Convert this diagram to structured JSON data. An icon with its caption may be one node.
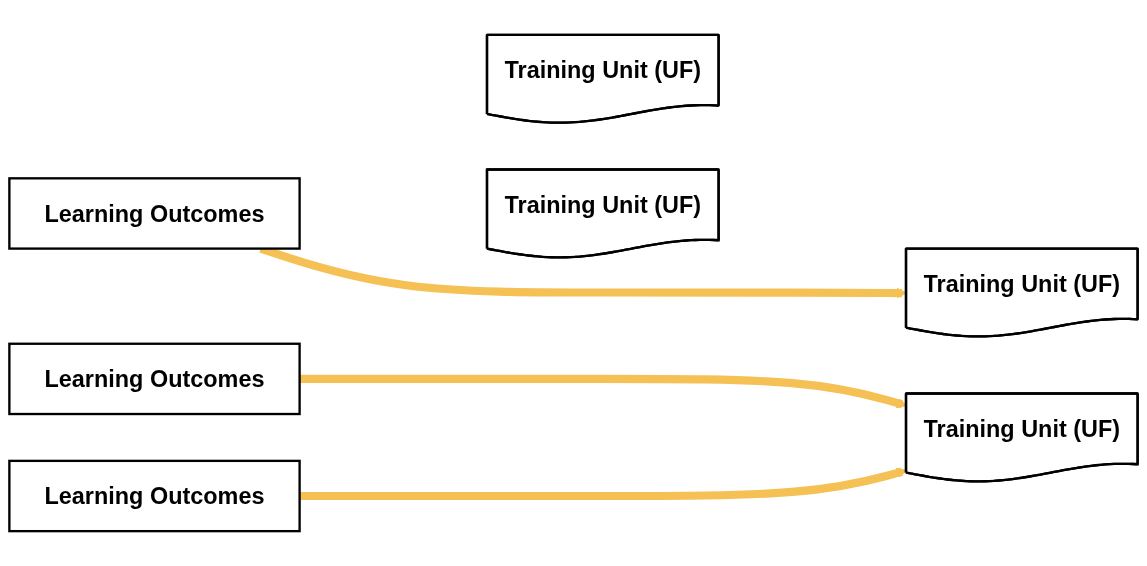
{
  "diagram": {
    "nodes": [
      {
        "text": [
          "Learning Outcomes"
        ]
      },
      {
        "text": [
          "Training Unit (UF)"
        ]
      },
      {
        "text": [
          "Training Unit (UF)"
        ]
      },
      {
        "text": [
          "Training Unit (UF)"
        ]
      },
      {
        "text": [
          "Learning Outcomes"
        ]
      },
      {
        "text": [
          "Learning Outcomes"
        ]
      },
      {
        "text": [
          "Training Unit (UF)"
        ]
      }
    ],
    "edges": [
      {
        "from": 0,
        "to": 2,
        "arrow": "to"
      },
      {
        "from": 4,
        "to": 6,
        "arrow": "to"
      },
      {
        "from": 5,
        "to": 6,
        "arrow": "to"
      }
    ]
  }
}
